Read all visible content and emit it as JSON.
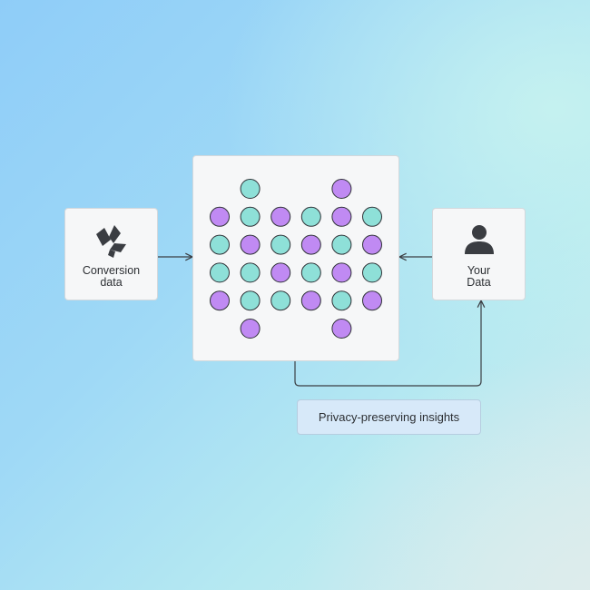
{
  "source": {
    "label_line1": "Conversion",
    "label_line2": "data",
    "icon": "diamond-cluster-logo-icon"
  },
  "user": {
    "label_line1": "Your",
    "label_line2": "Data",
    "icon": "person-icon"
  },
  "insights": {
    "label": "Privacy-preserving insights"
  },
  "grid": {
    "columns": 6,
    "rows": 6,
    "cells": [
      [
        "",
        "teal",
        "",
        "",
        "purple",
        ""
      ],
      [
        "purple",
        "teal",
        "purple",
        "teal",
        "purple",
        "teal"
      ],
      [
        "teal",
        "purple",
        "teal",
        "purple",
        "teal",
        "purple"
      ],
      [
        "teal",
        "teal",
        "purple",
        "teal",
        "purple",
        "teal"
      ],
      [
        "purple",
        "teal",
        "teal",
        "purple",
        "teal",
        "purple"
      ],
      [
        "",
        "purple",
        "",
        "",
        "purple",
        ""
      ]
    ]
  },
  "colors": {
    "teal": "#8ee0d8",
    "purple": "#c08af3",
    "dot_stroke": "#2f3237",
    "line": "#3b3f44",
    "icon": "#3a3d42"
  }
}
